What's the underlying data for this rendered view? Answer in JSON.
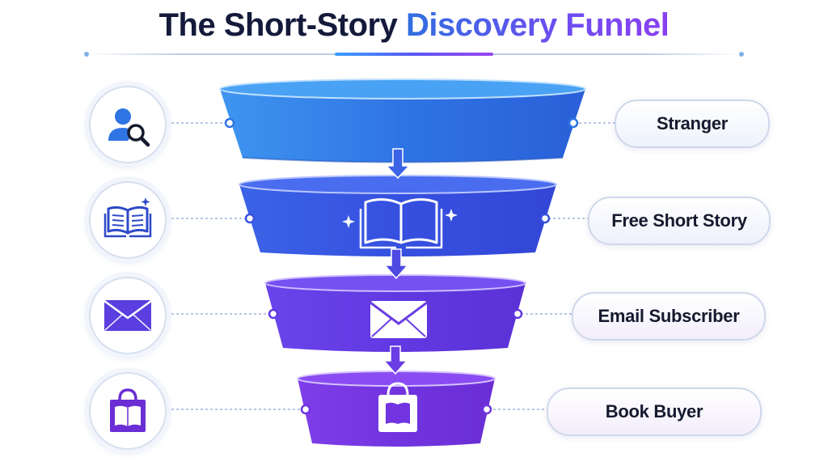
{
  "title": {
    "part1": "The Short-Story ",
    "part2": "Discovery Funnel"
  },
  "stages": [
    {
      "label": "Stranger",
      "left_icon": "user-search-icon",
      "center_icon": ""
    },
    {
      "label": "Free Short Story",
      "left_icon": "open-book-icon",
      "center_icon": "open-book-icon"
    },
    {
      "label": "Email Subscriber",
      "left_icon": "envelope-icon",
      "center_icon": "envelope-icon"
    },
    {
      "label": "Book Buyer",
      "left_icon": "shopping-bag-book-icon",
      "center_icon": "shopping-bag-book-icon"
    }
  ],
  "colors": {
    "dark": "#141a3a",
    "stage1": "#2f7be8",
    "stage2": "#3a5ae6",
    "stage3": "#6a3fe6",
    "stage4": "#7a36e0",
    "accent_blue": "#2f6fe0",
    "accent_purple": "#8a3ff0"
  }
}
